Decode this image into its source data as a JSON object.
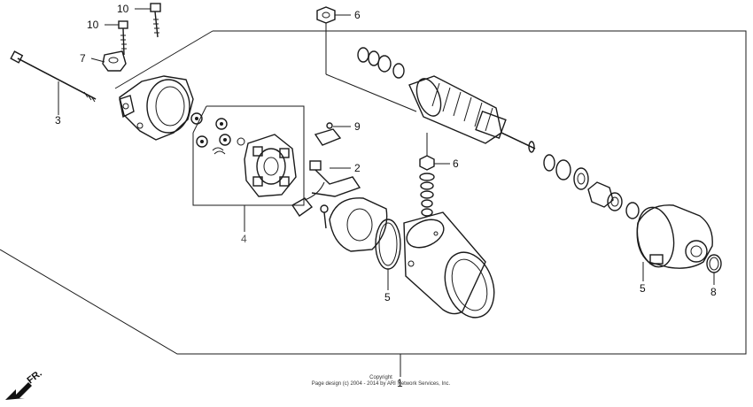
{
  "diagram": {
    "callouts": {
      "c1": "1",
      "c2": "2",
      "c3": "3",
      "c4": "4",
      "c5a": "5",
      "c5b": "5",
      "c6a": "6",
      "c6b": "6",
      "c7": "7",
      "c8": "8",
      "c9": "9",
      "c10a": "10",
      "c10b": "10"
    },
    "direction_label": "FR.",
    "copyright_line1": "Copyright",
    "copyright_line2": "Page design (c) 2004 - 2014 by ARI Network Services, Inc."
  }
}
